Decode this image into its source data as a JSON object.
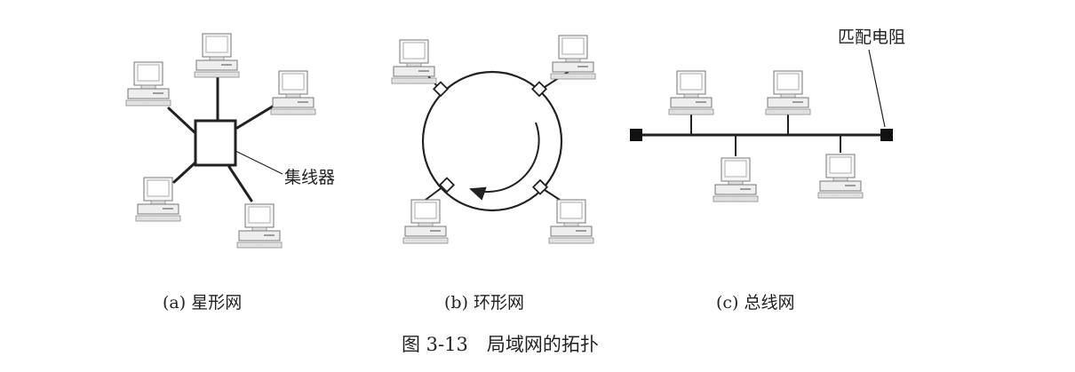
{
  "figure": {
    "caption": "图 3-13　局域网的拓扑"
  },
  "panels": {
    "star": {
      "label": "(a) 星形网",
      "hub_label": "集线器"
    },
    "ring": {
      "label": "(b) 环形网"
    },
    "bus": {
      "label": "(c) 总线网",
      "terminator_label": "匹配电阻"
    }
  },
  "colors": {
    "line": "#222222",
    "computer_body": "#f2f2f2",
    "computer_outline": "#777777"
  },
  "icons": {
    "computer": "desktop-computer-icon",
    "hub": "hub-box",
    "terminator": "terminator-square",
    "ring_interface": "ring-interface-diamond"
  }
}
